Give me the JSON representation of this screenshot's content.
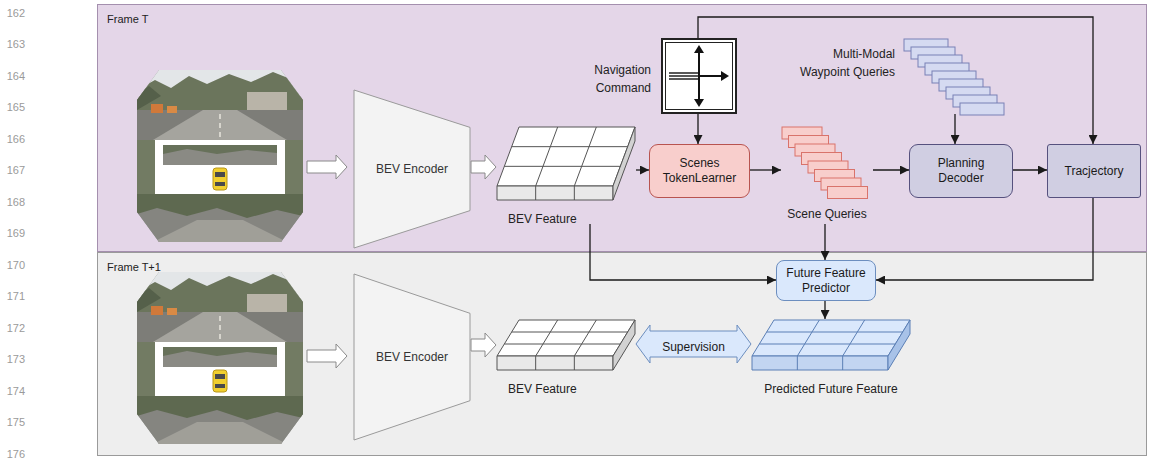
{
  "diagram": {
    "nodes": [
      {
        "text": [
          "Frame T"
        ]
      },
      {
        "text": [
          "BEV Encoder"
        ],
        "in": 0
      },
      {
        "text": [
          "BEV Feature"
        ],
        "in": 0
      },
      {
        "text": [
          "Navigation Command"
        ],
        "in": 0
      },
      {
        "text": [
          "Scenes TokenLearner"
        ],
        "in": 0
      },
      {
        "text": [
          "Scene Queries"
        ],
        "in": 0
      },
      {
        "text": [
          "Multi-Modal Waypoint Queries"
        ],
        "in": 0
      },
      {
        "text": [
          "Planning Decoder"
        ],
        "in": 0
      },
      {
        "text": [
          "Tracjectory"
        ],
        "in": 0
      },
      {
        "text": [
          "Frame T+1"
        ]
      },
      {
        "text": [
          "Future Feature Predictor"
        ],
        "in": 9
      },
      {
        "text": [
          "BEV Encoder"
        ],
        "in": 9
      },
      {
        "text": [
          "BEV Feature"
        ],
        "in": 9
      },
      {
        "text": [
          "Predicted Future Feature"
        ],
        "in": 9
      }
    ],
    "edges": [
      {
        "from": 1,
        "to": 2,
        "arrow": "to"
      },
      {
        "from": 2,
        "to": 4,
        "arrow": "to"
      },
      {
        "from": 3,
        "to": 4,
        "arrow": "to"
      },
      {
        "from": 4,
        "to": 5,
        "arrow": "to"
      },
      {
        "from": 5,
        "to": 7,
        "arrow": "to"
      },
      {
        "from": 6,
        "to": 7,
        "arrow": "to"
      },
      {
        "from": 7,
        "to": 8,
        "arrow": "to"
      },
      {
        "from": 3,
        "to": 8,
        "arrow": "to"
      },
      {
        "from": 2,
        "to": 10,
        "arrow": "to"
      },
      {
        "from": 5,
        "to": 10,
        "arrow": "to"
      },
      {
        "from": 8,
        "to": 10,
        "arrow": "to"
      },
      {
        "from": 10,
        "to": 13,
        "arrow": "to"
      },
      {
        "from": 11,
        "to": 12,
        "arrow": "to"
      },
      {
        "from": 12,
        "to": 13,
        "label": "Supervision",
        "arrow": "both"
      }
    ],
    "labels": [
      "162",
      "163",
      "164",
      "165",
      "166",
      "167",
      "168",
      "169",
      "170",
      "171",
      "172",
      "173",
      "174",
      "175",
      "176"
    ]
  }
}
